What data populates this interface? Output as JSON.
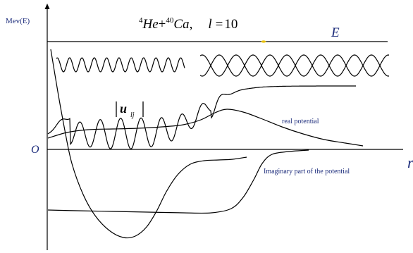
{
  "labels": {
    "y_axis": "Mev(E)",
    "zero": "O",
    "x_axis": "r",
    "energy": "E",
    "wavefunction_u": "u",
    "wavefunction_sub": "lj",
    "real_potential": "real potential",
    "imaginary_potential": "Imaginary part of the potential",
    "title": {
      "mass_a": "4",
      "nucleus_a": "He",
      "plus": "+",
      "mass_b": "40",
      "nucleus_b": "Ca",
      "comma": ",",
      "l_symbol": "l",
      "equals": "=",
      "l_value": "10"
    }
  },
  "colors": {
    "ink": "#000000",
    "annotation": "#1a2a7a",
    "marker": "#e8c000"
  }
}
